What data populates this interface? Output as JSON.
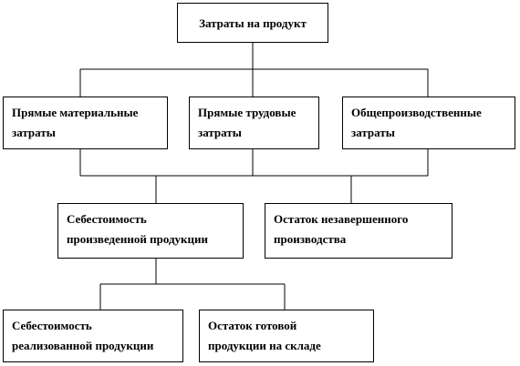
{
  "nodes": {
    "root": "Затраты на продукт",
    "direct_materials": "Прямые материальные\nзатраты",
    "direct_labor": "Прямые трудовые\nзатраты",
    "overhead": "Общепроизводственные\nзатраты",
    "cost_produced": "Себестоимость\nпроизведенной продукции",
    "wip_balance": "Остаток незавершенного\nпроизводства",
    "cost_sold": "Себестоимость\nреализованной продукции",
    "finished_goods": "Остаток готовой\nпродукции на складе"
  },
  "colors": {
    "line": "#000000",
    "box_border": "#000000",
    "background": "#ffffff"
  }
}
